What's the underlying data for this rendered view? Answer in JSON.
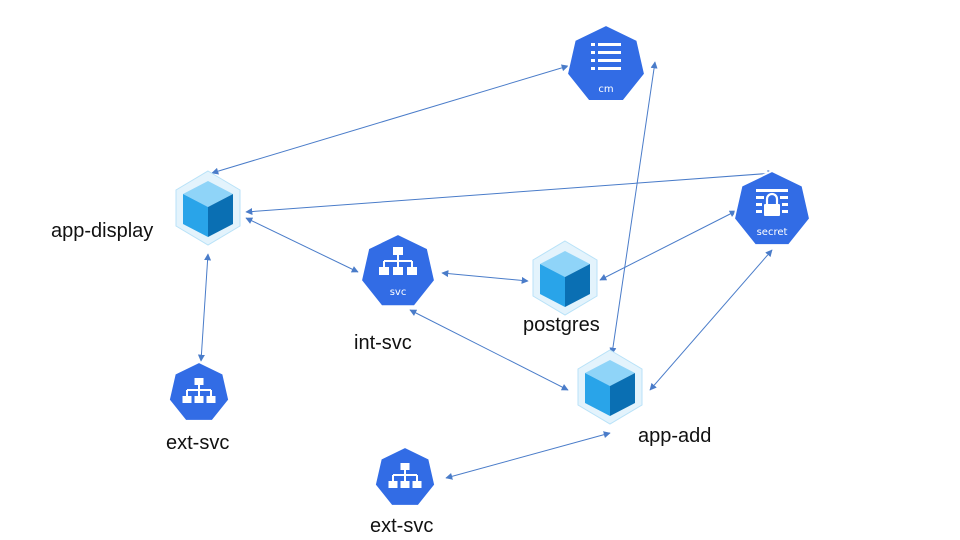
{
  "nodes": {
    "app_display": {
      "label": "app-display",
      "kind": "pod"
    },
    "int_svc": {
      "label": "int-svc",
      "kind": "service",
      "badge": "svc"
    },
    "postgres": {
      "label": "postgres",
      "kind": "pod"
    },
    "app_add": {
      "label": "app-add",
      "kind": "pod"
    },
    "ext_svc_left": {
      "label": "ext-svc",
      "kind": "service"
    },
    "ext_svc_bottom": {
      "label": "ext-svc",
      "kind": "service"
    },
    "cm": {
      "label": "",
      "kind": "configmap",
      "badge": "cm"
    },
    "secret": {
      "label": "",
      "kind": "secret",
      "badge": "secret"
    }
  },
  "edges": [
    {
      "from": "app_display",
      "to": "cm",
      "arrows": "both"
    },
    {
      "from": "app_display",
      "to": "secret",
      "arrows": "both"
    },
    {
      "from": "app_display",
      "to": "int_svc",
      "arrows": "both"
    },
    {
      "from": "app_display",
      "to": "ext_svc_left",
      "arrows": "both"
    },
    {
      "from": "int_svc",
      "to": "postgres",
      "arrows": "both"
    },
    {
      "from": "int_svc",
      "to": "app_add",
      "arrows": "both"
    },
    {
      "from": "postgres",
      "to": "secret",
      "arrows": "both"
    },
    {
      "from": "app_add",
      "to": "cm",
      "arrows": "both"
    },
    {
      "from": "app_add",
      "to": "secret",
      "arrows": "both"
    },
    {
      "from": "app_add",
      "to": "ext_svc_bottom",
      "arrows": "both"
    }
  ],
  "colors": {
    "k8s_blue": "#326ce5",
    "edge": "#4a7cc9",
    "cube_top": "#8fd4f8",
    "cube_left": "#29a4e9",
    "cube_right": "#0a6fb3",
    "halo": "#d8eefb"
  }
}
